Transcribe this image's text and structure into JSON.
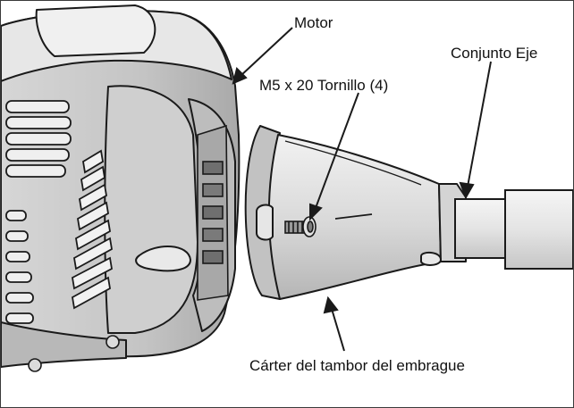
{
  "labels": {
    "motor": "Motor",
    "conjunto_eje": "Conjunto Eje",
    "tornillo": "M5 x 20 Tornillo (4)",
    "carter": "Cárter del tambor del embrague"
  },
  "colors": {
    "line": "#1a1a1a",
    "shade_light": "#e6e6e6",
    "shade_mid": "#c9c9c9",
    "shade_dark": "#9a9a9a",
    "border": "#3a3a3a"
  }
}
